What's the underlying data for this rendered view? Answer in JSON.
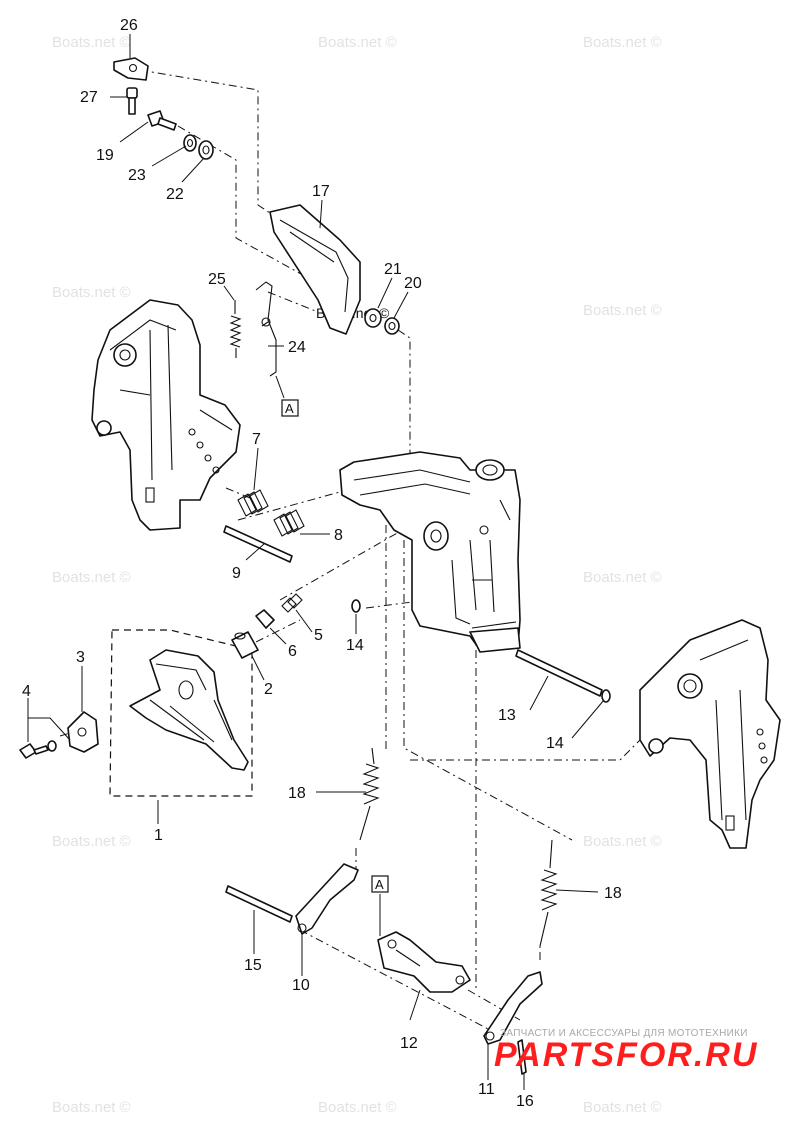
{
  "watermark": "Boats.net ©",
  "callouts": [
    "26",
    "27",
    "19",
    "23",
    "22",
    "17",
    "21",
    "20",
    "25",
    "24",
    "A",
    "7",
    "8",
    "9",
    "5",
    "6",
    "14",
    "2",
    "3",
    "4",
    "1",
    "13",
    "14",
    "18",
    "18",
    "A",
    "15",
    "10",
    "12",
    "11",
    "16"
  ],
  "brand": {
    "tagline": "ЗАПЧАСТИ И АКСЕССУАРЫ ДЛЯ МОТОТЕХНИКИ",
    "logo": "PARTSFOR.RU",
    "accent_color": "#ff1e1e"
  }
}
